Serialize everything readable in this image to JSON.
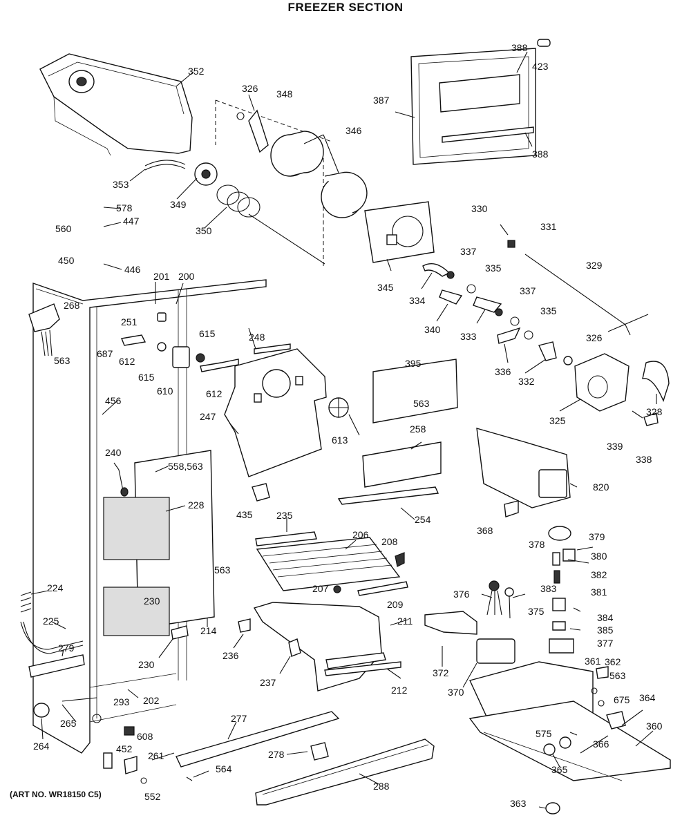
{
  "title": "FREEZER SECTION",
  "art_number": "(ART NO. WR18150 C5)",
  "labels": [
    "352",
    "326",
    "348",
    "346",
    "387",
    "388",
    "423",
    "388",
    "353",
    "349",
    "350",
    "578",
    "447",
    "560",
    "446",
    "450",
    "330",
    "331",
    "337",
    "335",
    "329",
    "345",
    "334",
    "340",
    "333",
    "337",
    "335",
    "326",
    "336",
    "332",
    "325",
    "328",
    "339",
    "338",
    "201",
    "200",
    "268",
    "251",
    "563",
    "687",
    "612",
    "615",
    "615",
    "610",
    "248",
    "612",
    "247",
    "613",
    "395",
    "563",
    "456",
    "258",
    "820",
    "240",
    "558,563",
    "228",
    "435",
    "235",
    "254",
    "206",
    "208",
    "368",
    "378",
    "379",
    "380",
    "382",
    "563",
    "207",
    "209",
    "383",
    "381",
    "376",
    "375",
    "230",
    "224",
    "225",
    "214",
    "279",
    "236",
    "211",
    "372",
    "384",
    "385",
    "377",
    "230",
    "237",
    "370",
    "361",
    "362",
    "563",
    "212",
    "202",
    "293",
    "265",
    "264",
    "675",
    "364",
    "277",
    "608",
    "452",
    "261",
    "575",
    "366",
    "360",
    "278",
    "365",
    "564",
    "288",
    "552",
    "363"
  ]
}
